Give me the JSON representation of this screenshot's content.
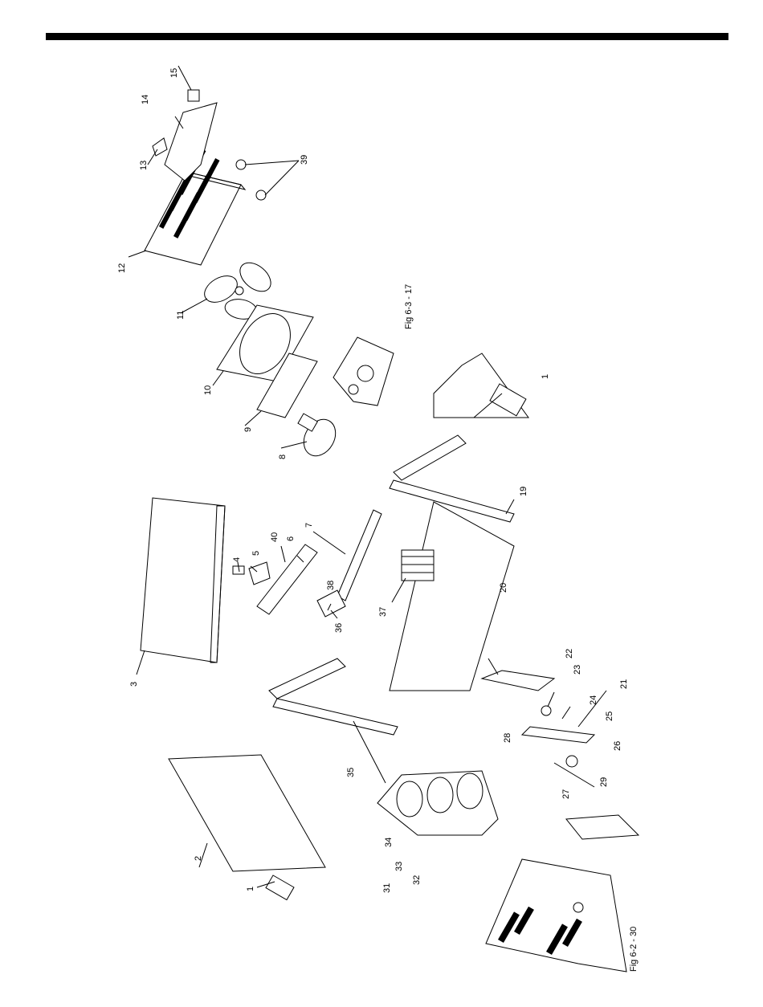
{
  "colors": {
    "ink": "#000000",
    "paper": "#ffffff"
  },
  "diagram": {
    "callouts": {
      "c1a": "1",
      "c1b": "1",
      "c2": "2",
      "c3": "3",
      "c4": "4",
      "c5": "5",
      "c6": "6",
      "c7": "7",
      "c8": "8",
      "c9": "9",
      "c10": "10",
      "c11": "11",
      "c12": "12",
      "c13": "13",
      "c14": "14",
      "c15": "15",
      "c19": "19",
      "c20": "20",
      "c21": "21",
      "c22": "22",
      "c23": "23",
      "c24": "24",
      "c25": "25",
      "c26": "26",
      "c27": "27",
      "c28": "28",
      "c29": "29",
      "c31": "31",
      "c32": "32",
      "c33": "33",
      "c34": "34",
      "c35": "35",
      "c36": "36",
      "c37": "37",
      "c38": "38",
      "c39": "39",
      "c40": "40"
    },
    "references": {
      "fig_6_3": "Fig 6-3 - 17",
      "fig_6_2": "Fig 6-2 - 30"
    }
  }
}
